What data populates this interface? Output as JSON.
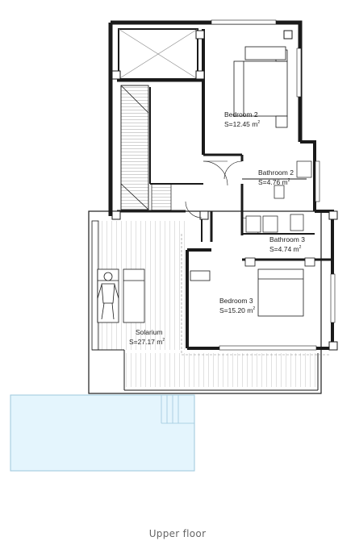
{
  "plan": {
    "caption": "Upper floor",
    "colors": {
      "wall": "#1a1a1a",
      "pool": "#e4f5fd",
      "pool_edge": "#9dc7dc",
      "deck": "#8a8a8a"
    },
    "rooms": [
      {
        "id": "bedroom-2",
        "name": "Bedroom 2",
        "area": "S=12.45 m",
        "unit_exp": "2"
      },
      {
        "id": "bathroom-2",
        "name": "Bathroom 2",
        "area": "S=4.76 m",
        "unit_exp": "2"
      },
      {
        "id": "bathroom-3",
        "name": "Bathroom 3",
        "area": "S=4.74 m",
        "unit_exp": "2"
      },
      {
        "id": "bedroom-3",
        "name": "Bedroom 3",
        "area": "S=15.20 m",
        "unit_exp": "2"
      },
      {
        "id": "solarium",
        "name": "Solarium",
        "area": "S=27.17 m",
        "unit_exp": "2"
      }
    ]
  }
}
